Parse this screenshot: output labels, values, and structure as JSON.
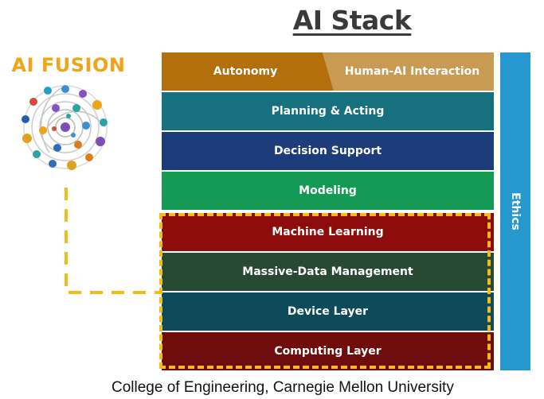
{
  "title": "AI Stack",
  "fusion": {
    "title": "AI FUSION"
  },
  "stack": {
    "top_left": "Autonomy",
    "top_right": "Human-AI Interaction",
    "layers": [
      {
        "label": "Planning & Acting",
        "color": "#16707e"
      },
      {
        "label": "Decision Support",
        "color": "#1c3d7a"
      },
      {
        "label": "Modeling",
        "color": "#159a55"
      },
      {
        "label": "Machine Learning",
        "color": "#8c0d0b"
      },
      {
        "label": "Massive-Data Management",
        "color": "#284a33"
      },
      {
        "label": "Device Layer",
        "color": "#0e4a57"
      },
      {
        "label": "Computing Layer",
        "color": "#6e0d0c"
      }
    ],
    "top_colors": {
      "left": "#b36f0c",
      "right": "#c89a52"
    }
  },
  "ethics": {
    "label": "Ethics",
    "color": "#2797cf"
  },
  "highlight_color": "#f3bc1c",
  "footer": "College of Engineering, Carnegie Mellon University"
}
